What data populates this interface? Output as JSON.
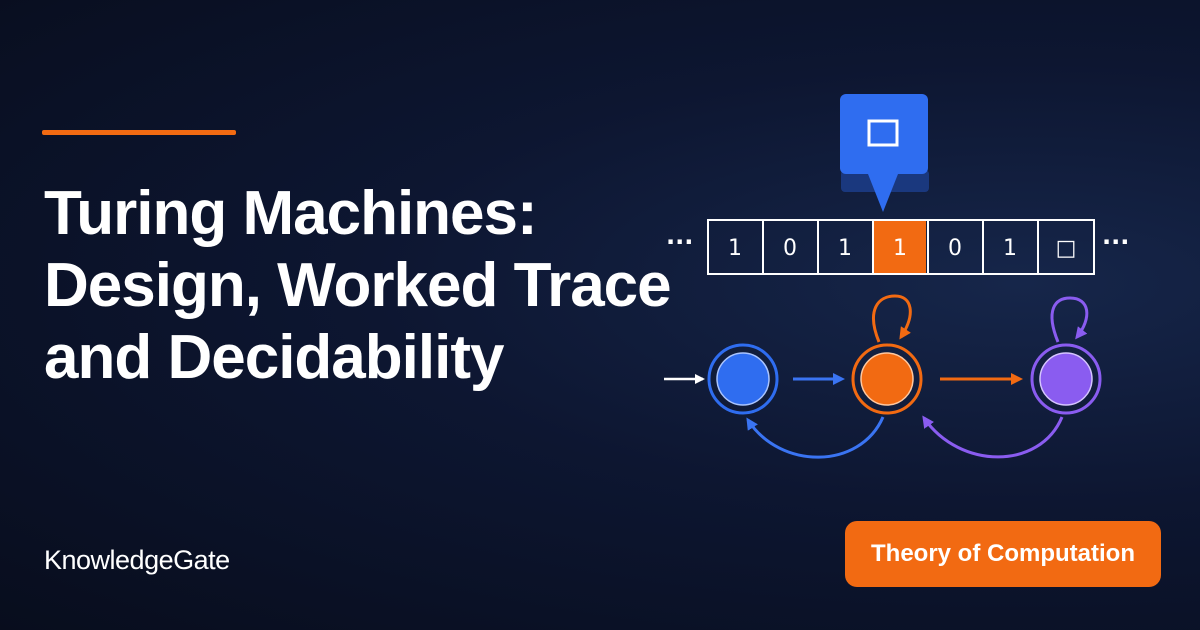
{
  "title": {
    "line1": "Turing Machines:",
    "line2": "Design, Worked Trace",
    "line3": "and Decidability"
  },
  "brand": "KnowledgeGate",
  "topic_badge": "Theory of Computation",
  "tape": {
    "left_ellipsis": "···",
    "right_ellipsis": "···",
    "cells": [
      "1",
      "0",
      "1",
      "1",
      "0",
      "1",
      "□"
    ],
    "head_index": 3
  },
  "colors": {
    "accent": "#f26a12",
    "blue": "#2f6df0",
    "purple": "#8a5cf0",
    "background": "#0b1226"
  },
  "icons": {
    "head": "tape-head-icon",
    "blank": "blank-symbol-icon"
  }
}
